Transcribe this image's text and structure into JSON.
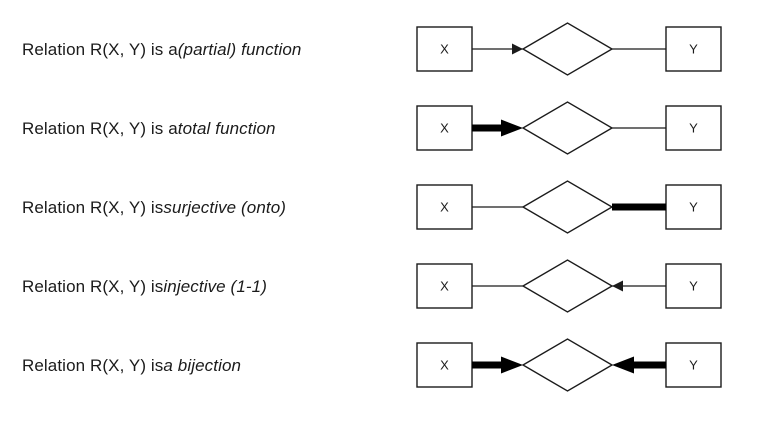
{
  "figure": {
    "title": "ER-diagram notation for relation properties",
    "background_color": "#ffffff",
    "line_color": "#1b1b1b",
    "thick_line_color": "#000000",
    "box_fill": "#ffffff"
  },
  "entities": {
    "left_label": "X",
    "right_label": "Y"
  },
  "rows": [
    {
      "caption_prefix": "Relation R(X, Y) is a ",
      "caption_emphasis": "(partial) function",
      "caption_full": "Relation R(X, Y) is a (partial) function",
      "left_edge": {
        "style": "thin",
        "arrow": "to-diamond"
      },
      "right_edge": {
        "style": "thin",
        "arrow": "none"
      }
    },
    {
      "caption_prefix": "Relation R(X, Y) is a ",
      "caption_emphasis": "total function",
      "caption_full": "Relation R(X, Y) is a total function",
      "left_edge": {
        "style": "thick",
        "arrow": "to-diamond"
      },
      "right_edge": {
        "style": "thin",
        "arrow": "none"
      }
    },
    {
      "caption_prefix": "Relation R(X, Y) is ",
      "caption_emphasis": "surjective (onto)",
      "caption_full": "Relation R(X, Y) is surjective (onto)",
      "left_edge": {
        "style": "thin",
        "arrow": "none"
      },
      "right_edge": {
        "style": "thick",
        "arrow": "none"
      }
    },
    {
      "caption_prefix": "Relation R(X, Y) is ",
      "caption_emphasis": "injective (1-1)",
      "caption_full": "Relation R(X, Y) is injective (1-1)",
      "left_edge": {
        "style": "thin",
        "arrow": "none"
      },
      "right_edge": {
        "style": "thin",
        "arrow": "to-diamond"
      }
    },
    {
      "caption_prefix": "Relation R(X, Y) is ",
      "caption_emphasis": "a bijection",
      "caption_full": "Relation R(X, Y) is a bijection",
      "left_edge": {
        "style": "thick",
        "arrow": "to-diamond"
      },
      "right_edge": {
        "style": "thick",
        "arrow": "to-diamond"
      }
    }
  ]
}
